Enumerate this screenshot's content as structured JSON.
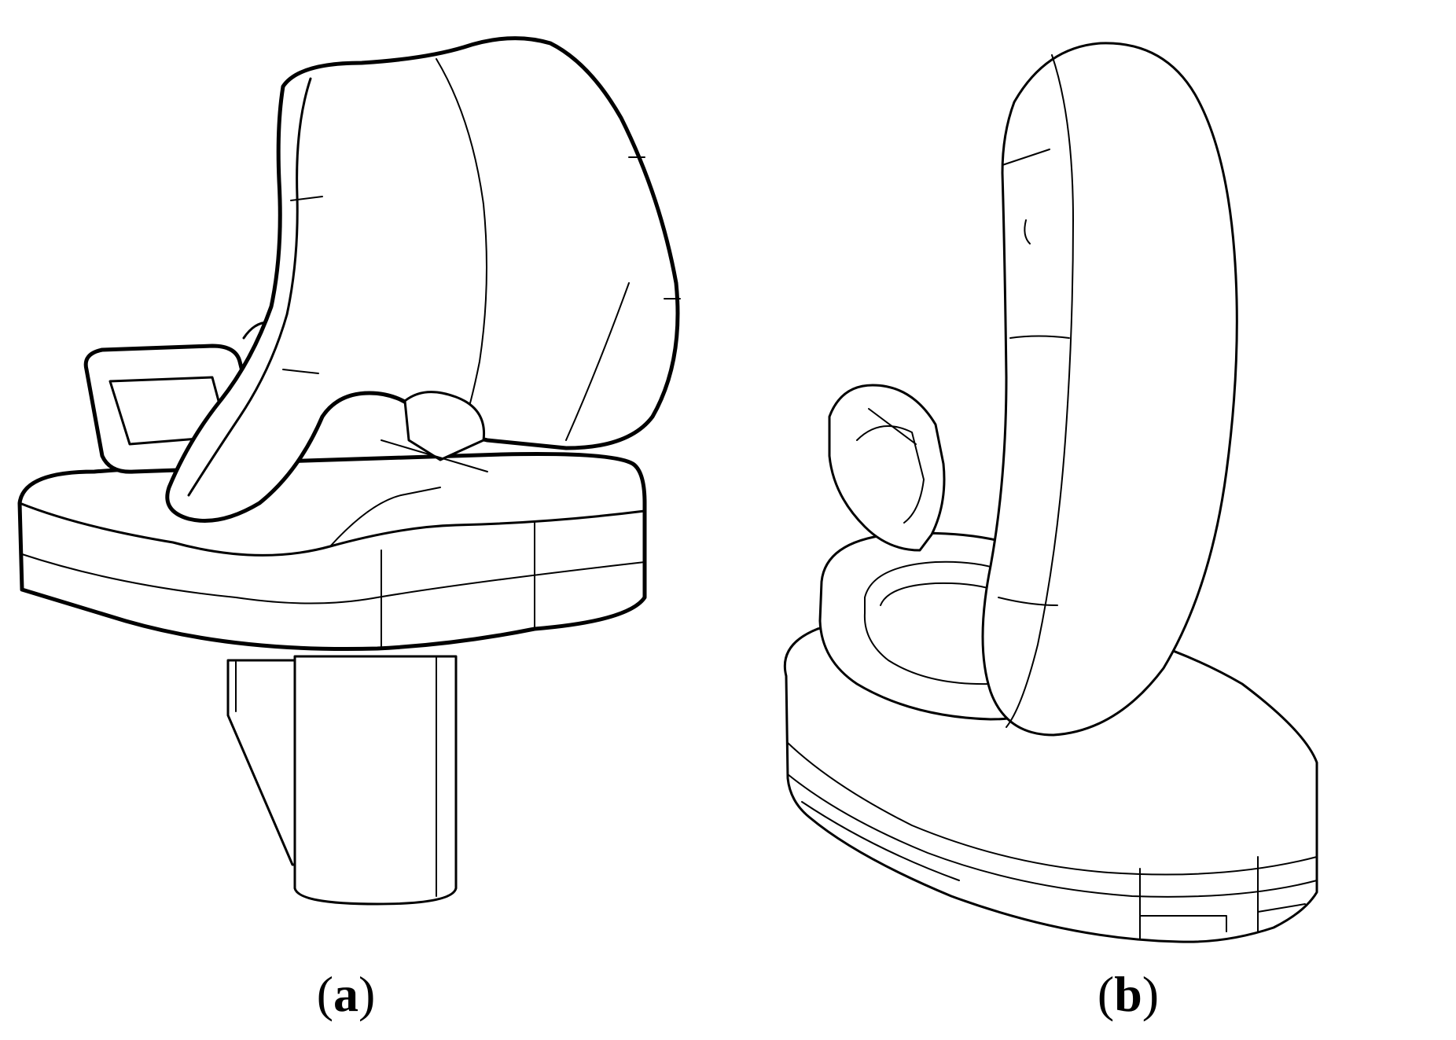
{
  "panels": [
    {
      "id": "a",
      "label": "a"
    },
    {
      "id": "b",
      "label": "b"
    }
  ],
  "captions": {
    "a": {
      "open": "(",
      "letter": "a",
      "close": ")"
    },
    "b": {
      "open": "(",
      "letter": "b",
      "close": ")"
    }
  }
}
